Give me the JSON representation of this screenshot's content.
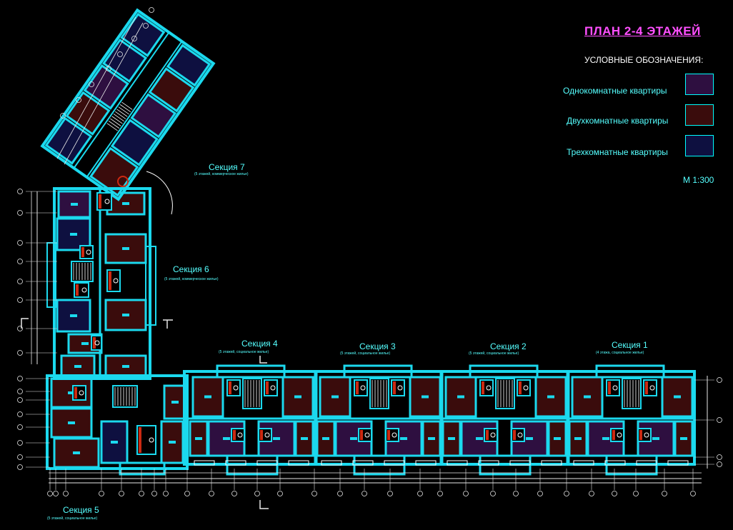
{
  "header": {
    "title": "ПЛАН 2-4 ЭТАЖЕЙ"
  },
  "legend": {
    "heading": "УСЛОВНЫЕ ОБОЗНАЧЕНИЯ:",
    "items": [
      {
        "label": "Однокомнатные квартиры",
        "color": "#2e0f40"
      },
      {
        "label": "Двухкомнатные квартиры",
        "color": "#3a0c0c"
      },
      {
        "label": "Трехкомнатные квартиры",
        "color": "#0e1040"
      }
    ]
  },
  "scale": "М 1:300",
  "sections": [
    {
      "label": "Секция 7",
      "sub": "(5 этажей, коммерческое жилье)"
    },
    {
      "label": "Секция 6",
      "sub": "(5 этажей, коммерческое жилье)"
    },
    {
      "label": "Секция 5",
      "sub": "(5 этажей, социальное жилье)"
    },
    {
      "label": "Секция 4",
      "sub": "(5 этажей, социальное жилье)"
    },
    {
      "label": "Секция 3",
      "sub": "(5 этажей, социальное жилье)"
    },
    {
      "label": "Секция 2",
      "sub": "(5 этажей, социальное жилье)"
    },
    {
      "label": "Секция 1",
      "sub": "(4 этажа, социальное жилье)"
    }
  ],
  "colors": {
    "wall": "#1bd9ee",
    "outline": "#ffffff",
    "bath": "#cc2a12",
    "dim": "#e8e8e8",
    "axis": "#ffff66"
  }
}
